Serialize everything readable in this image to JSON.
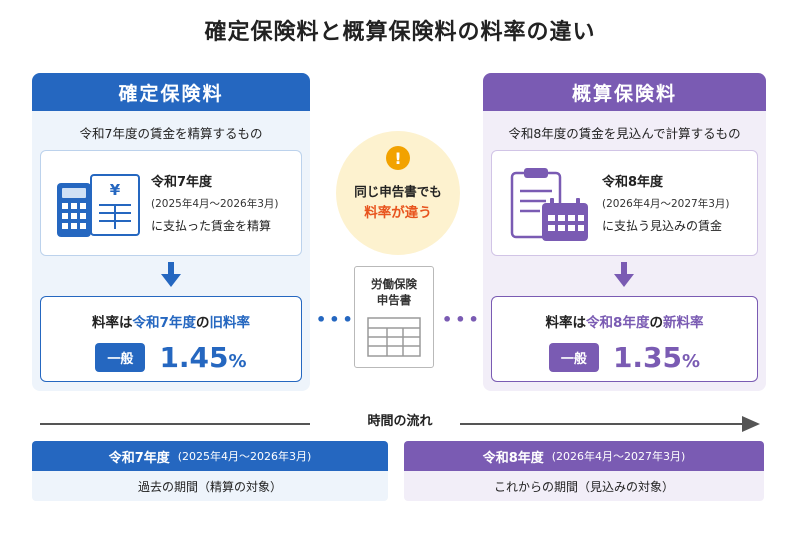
{
  "title": "確定保険料と概算保険料の料率の違い",
  "left": {
    "header": "確定保険料",
    "subtitle": "令和7年度の賃金を精算するもの",
    "period_main": "令和7年度",
    "period_range": "(2025年4月～2026年3月)",
    "period_desc": "に支払った賃金を精算",
    "rate_prefix": "料率は",
    "rate_year": "令和7年度",
    "rate_mid": "の",
    "rate_kind": "旧料率",
    "badge": "一般",
    "rate_value": "1.45",
    "rate_unit": "%",
    "icon_glyph": "¥",
    "color": "#2567c0"
  },
  "right": {
    "header": "概算保険料",
    "subtitle": "令和8年度の賃金を見込んで計算するもの",
    "period_main": "令和8年度",
    "period_range": "(2026年4月～2027年3月)",
    "period_desc": "に支払う見込みの賃金",
    "rate_prefix": "料率は",
    "rate_year": "令和8年度",
    "rate_mid": "の",
    "rate_kind": "新料率",
    "badge": "一般",
    "rate_value": "1.35",
    "rate_unit": "%",
    "color": "#7a5bb3"
  },
  "center": {
    "alert_glyph": "!",
    "note_line1": "同じ申告書でも",
    "note_line2": "料率が違う",
    "form_line1": "労働保険",
    "form_line2": "申告書",
    "dots": "••••"
  },
  "timeline": {
    "label": "時間の流れ",
    "left_head": "令和7年度",
    "left_range": "(2025年4月～2026年3月)",
    "left_desc": "過去の期間（精算の対象）",
    "right_head": "令和8年度",
    "right_range": "(2026年4月～2027年3月)",
    "right_desc": "これからの期間（見込みの対象）"
  }
}
